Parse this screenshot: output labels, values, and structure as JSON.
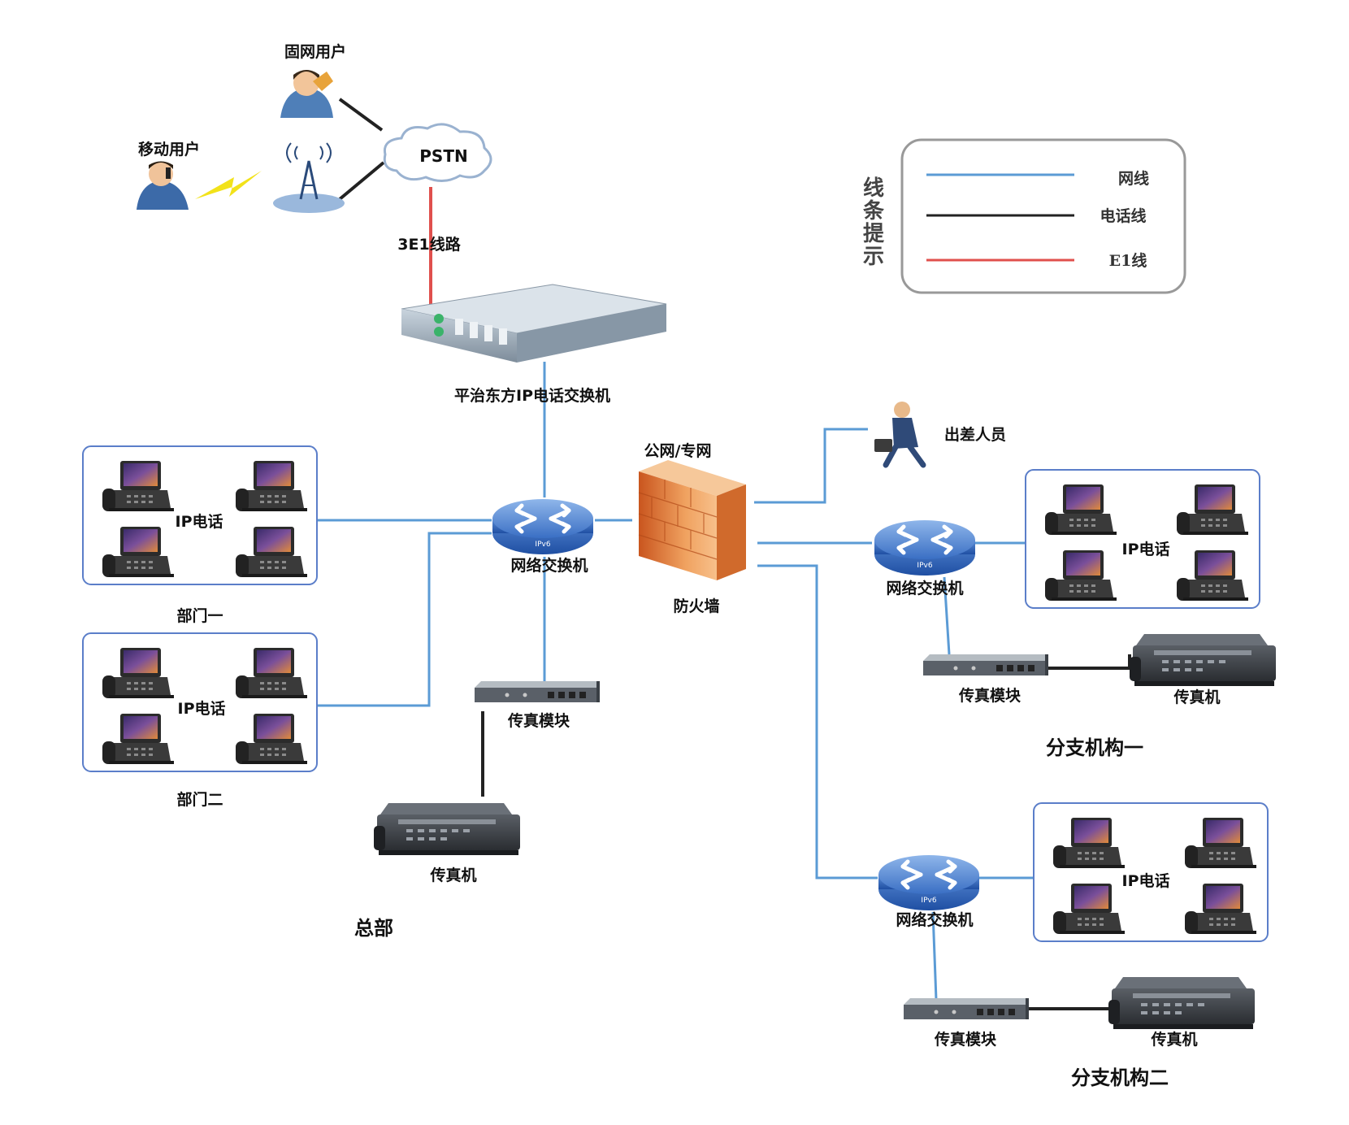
{
  "colors": {
    "net_line": "#5b9bd5",
    "phone_line": "#222222",
    "e1_line": "#e0504d"
  },
  "top": {
    "fixed_user": "固网用户",
    "mobile_user": "移动用户",
    "pstn": "PSTN",
    "e1_link": "3E1线路",
    "pbx": "平治东方IP电话交换机"
  },
  "legend": {
    "title_chars": [
      "线",
      "条",
      "提",
      "示"
    ],
    "items": [
      {
        "label": "网线",
        "color": "#5b9bd5"
      },
      {
        "label": "电话线",
        "color": "#222222"
      },
      {
        "label": "E1线",
        "color": "#e0504d"
      }
    ]
  },
  "hq": {
    "name": "总部",
    "switch": "网络交换机",
    "firewall_net": "公网/专网",
    "firewall": "防火墙",
    "fax_module": "传真模块",
    "fax": "传真机",
    "dept1": {
      "phones": "IP电话",
      "name": "部门一"
    },
    "dept2": {
      "phones": "IP电话",
      "name": "部门二"
    }
  },
  "traveler": "出差人员",
  "branch1": {
    "name": "分支机构一",
    "switch": "网络交换机",
    "phones": "IP电话",
    "fax_module": "传真模块",
    "fax": "传真机"
  },
  "branch2": {
    "name": "分支机构二",
    "switch": "网络交换机",
    "phones": "IP电话",
    "fax_module": "传真模块",
    "fax": "传真机"
  },
  "icons": [
    "person-phone-icon",
    "person-mobile-icon",
    "cell-tower-icon",
    "cloud-icon",
    "server-icon",
    "router-icon",
    "firewall-icon",
    "ip-phone-icon",
    "fax-module-icon",
    "fax-machine-icon",
    "traveler-icon"
  ]
}
